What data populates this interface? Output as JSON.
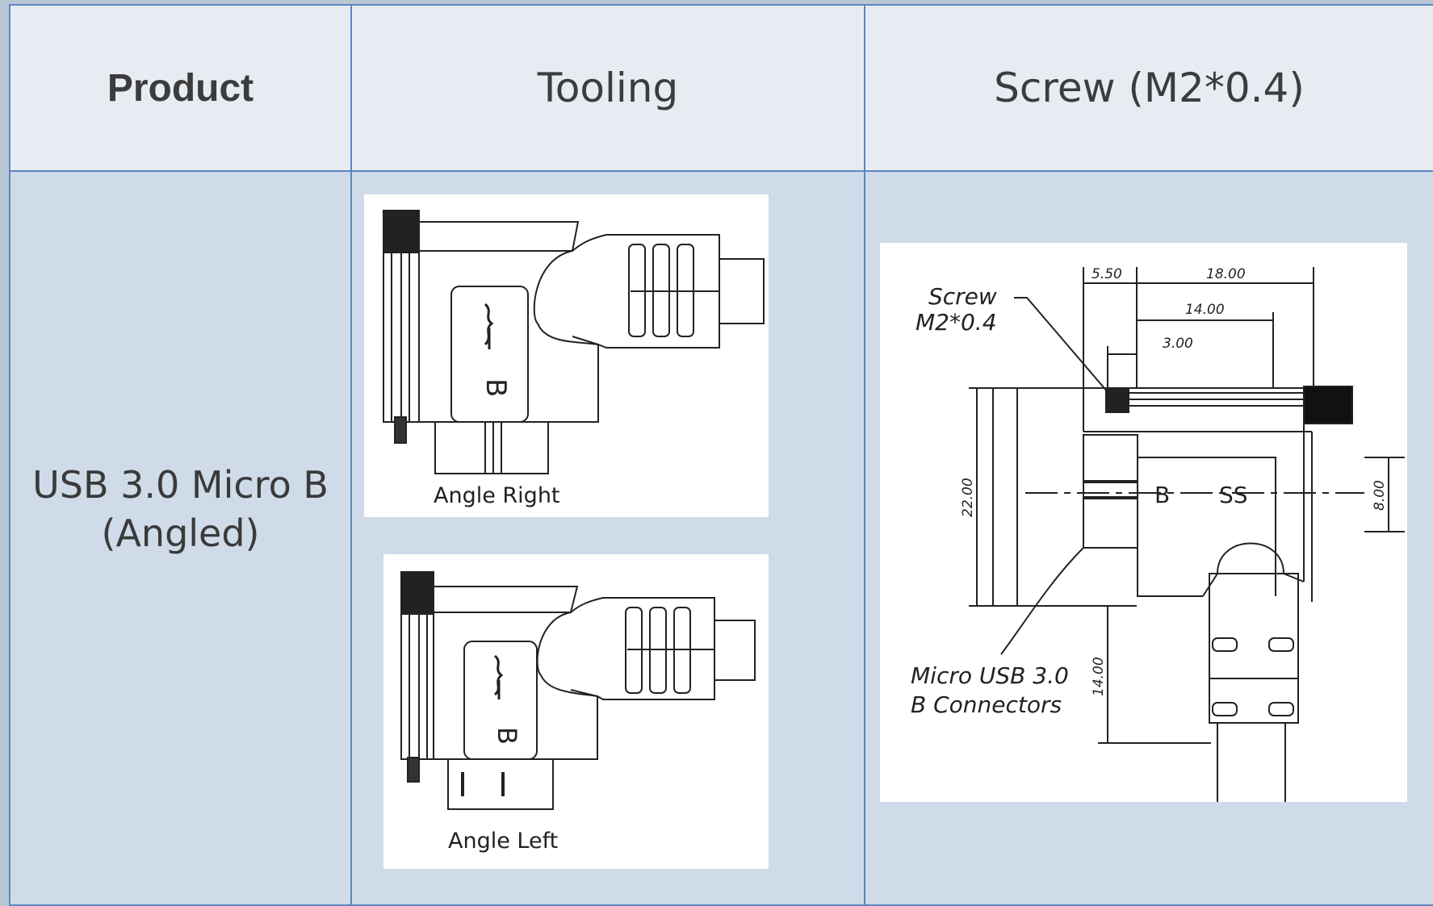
{
  "headers": {
    "product": "Product",
    "tooling": "Tooling",
    "screw": "Screw (M2*0.4)"
  },
  "row": {
    "product_line1": "USB 3.0 Micro B",
    "product_line2": "(Angled)",
    "tooling": {
      "angle_right_caption": "Angle Right",
      "angle_left_caption": "Angle Left",
      "connector_marking": "B"
    },
    "screw_drawing": {
      "callout_screw_line1": "Screw",
      "callout_screw_line2": "M2*0.4",
      "callout_connector_line1": "Micro USB 3.0",
      "callout_connector_line2": "B Connectors",
      "dim_5_50": "5.50",
      "dim_18_00": "18.00",
      "dim_14_00_top": "14.00",
      "dim_3_00": "3.00",
      "dim_22_00": "22.00",
      "dim_8_00": "8.00",
      "dim_14_00_side": "14.00",
      "marking_b": "B",
      "marking_ss": "SS"
    }
  }
}
